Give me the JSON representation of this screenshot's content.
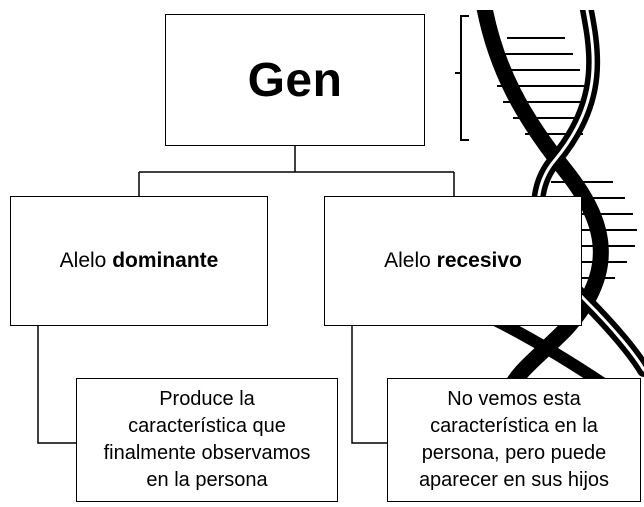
{
  "gene": {
    "title": "Gen"
  },
  "dominant": {
    "label_prefix": "Alelo",
    "label_bold": "dominante",
    "description_lines": [
      "Produce la",
      "característica que",
      "finalmente observamos",
      "en la persona"
    ]
  },
  "recessive": {
    "label_prefix": "Alelo",
    "label_bold": "recesivo",
    "description_lines": [
      "No vemos esta",
      "característica en la",
      "persona, pero puede",
      "aparecer en sus hijos"
    ]
  },
  "decoration": {
    "image": "dna-double-helix-icon",
    "bracket": "right-brace-bracket"
  },
  "colors": {
    "ink": "#000000",
    "background": "#ffffff"
  }
}
